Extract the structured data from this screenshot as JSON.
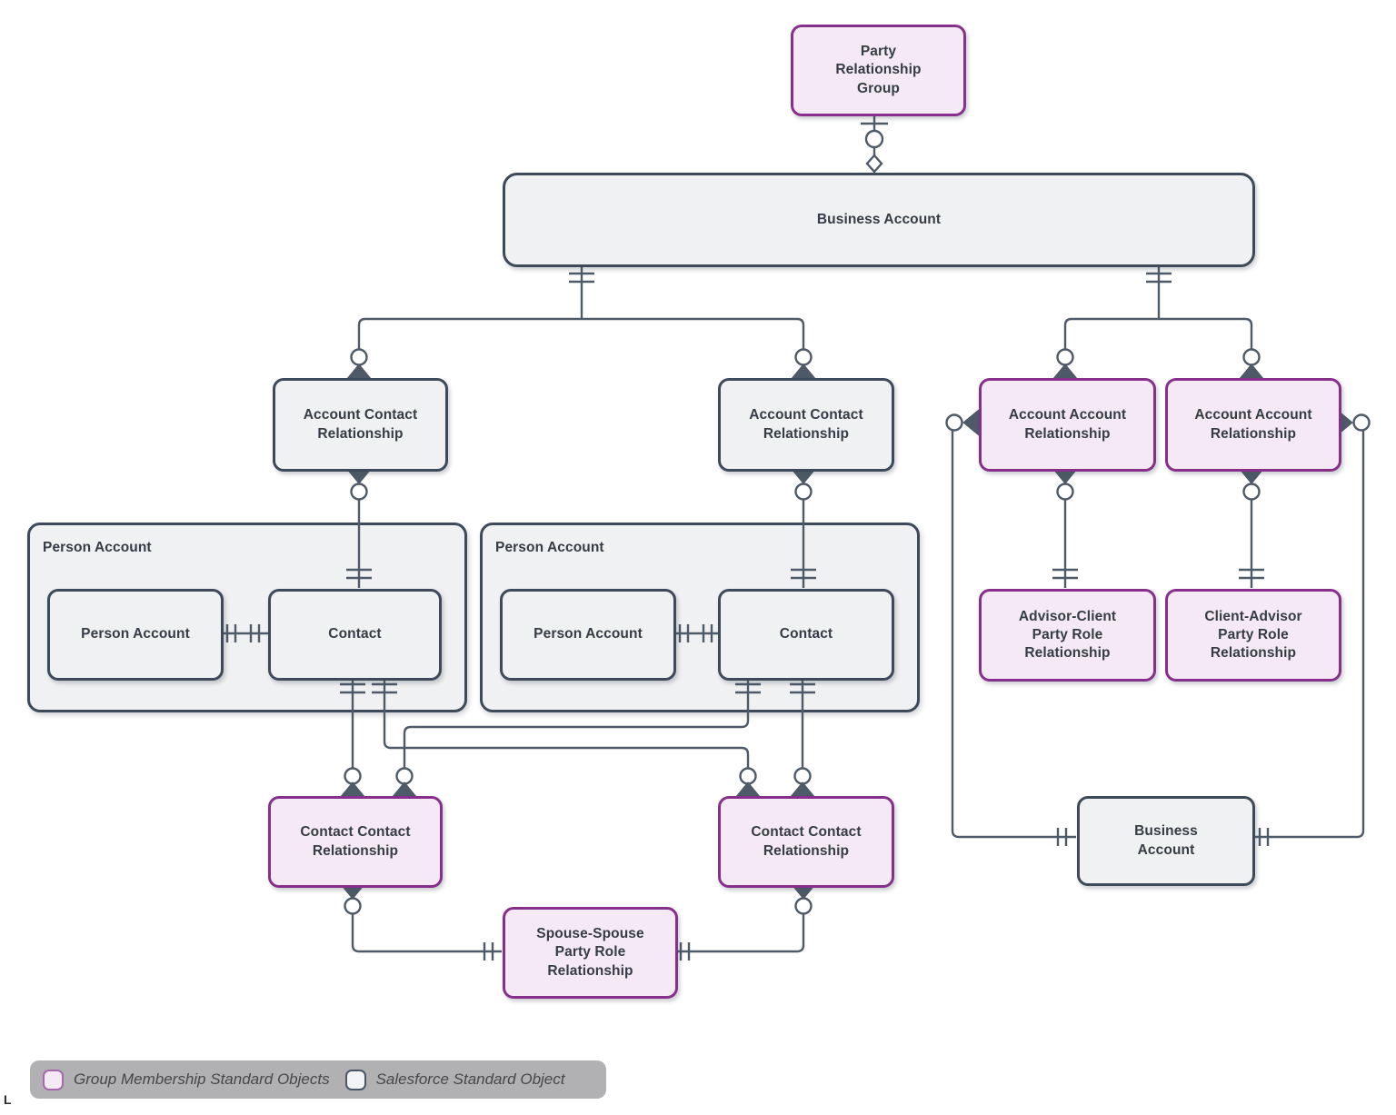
{
  "nodes": {
    "party_relationship_group": "Party Relationship Group",
    "business_account_top": "Business Account",
    "account_contact_relationship_left": "Account Contact Relationship",
    "account_contact_relationship_right": "Account Contact Relationship",
    "account_account_relationship_left": "Account Account Relationship",
    "account_account_relationship_right": "Account Account Relationship",
    "person_account_group_left": "Person Account",
    "person_account_left": "Person Account",
    "contact_left": "Contact",
    "person_account_group_right": "Person Account",
    "person_account_right": "Person Account",
    "contact_right": "Contact",
    "advisor_client": "Advisor-Client Party Role Relationship",
    "client_advisor": "Client-Advisor Party Role Relationship",
    "contact_contact_relationship_left": "Contact Contact Relationship",
    "contact_contact_relationship_right": "Contact Contact Relationship",
    "spouse_spouse": "Spouse-Spouse Party Role Relationship",
    "business_account_bottom": "Business Account"
  },
  "legend": {
    "items": [
      {
        "label": "Group Membership Standard Objects",
        "swatch": "purple"
      },
      {
        "label": "Salesforce Standard Object",
        "swatch": "gray"
      }
    ]
  },
  "colors": {
    "purple_border": "#86308C",
    "purple_fill": "#F5E9F6",
    "gray_border": "#3E4A59",
    "gray_fill": "#F0F1F2",
    "connector": "#4E5A68",
    "legend_bg": "#B1B1B3",
    "text": "#363C45"
  },
  "artifact": "L"
}
